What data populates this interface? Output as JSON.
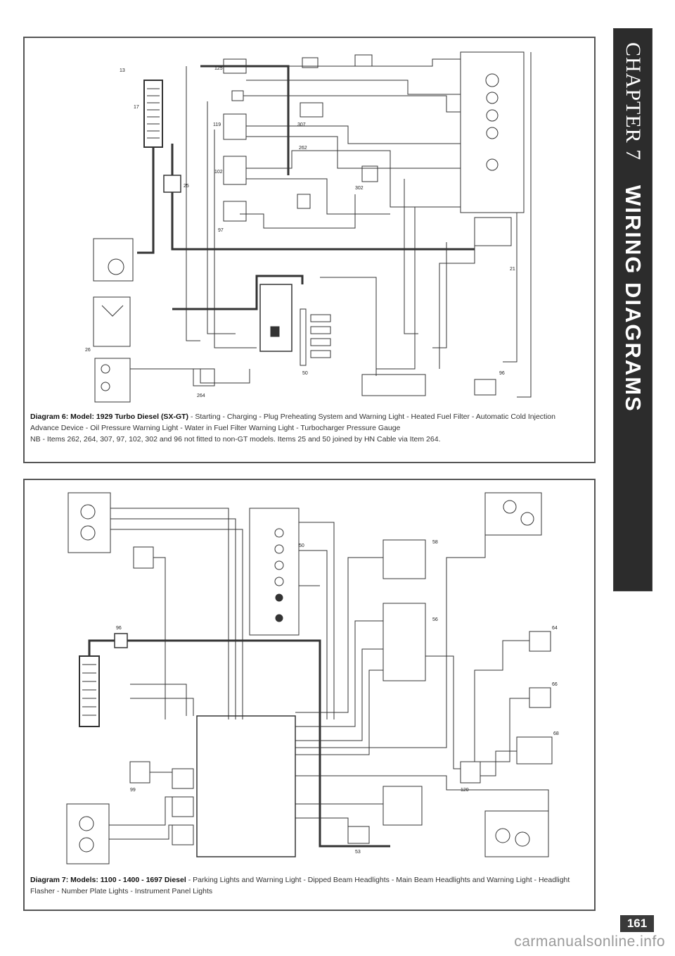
{
  "side_tab": {
    "chapter": "CHAPTER 7",
    "section": "WIRING DIAGRAMS"
  },
  "diagram_6": {
    "title": "Diagram 6: Model: 1929 Turbo Diesel (SX-GT)",
    "description": " - Starting - Charging - Plug Preheating System and Warning Light - Heated Fuel Filter - Automatic Cold Injection Advance Device - Oil Pressure Warning Light - Water in Fuel Filter Warning Light - Turbocharger Pressure Gauge",
    "note": "NB - Items 262, 264, 307, 97, 102, 302 and 96 not fitted to non-GT models.  Items 25 and 50 joined by HN Cable via Item 264.",
    "labels": [
      "13",
      "17",
      "25",
      "26",
      "21",
      "50",
      "97",
      "96",
      "102",
      "119",
      "125",
      "262",
      "264",
      "302",
      "307"
    ]
  },
  "diagram_7": {
    "title": "Diagram 7: Models: 1100 - 1400 - 1697 Diesel",
    "description": " - Parking Lights and Warning Light - Dipped Beam Headlights - Main Beam Headlights and Warning Light - Headlight Flasher - Number Plate Lights - Instrument Panel Lights",
    "labels": [
      "50",
      "53",
      "56",
      "58",
      "64",
      "66",
      "68",
      "96",
      "99",
      "120"
    ]
  },
  "page": {
    "number": "161",
    "watermark": "carmanualsonline.info"
  }
}
